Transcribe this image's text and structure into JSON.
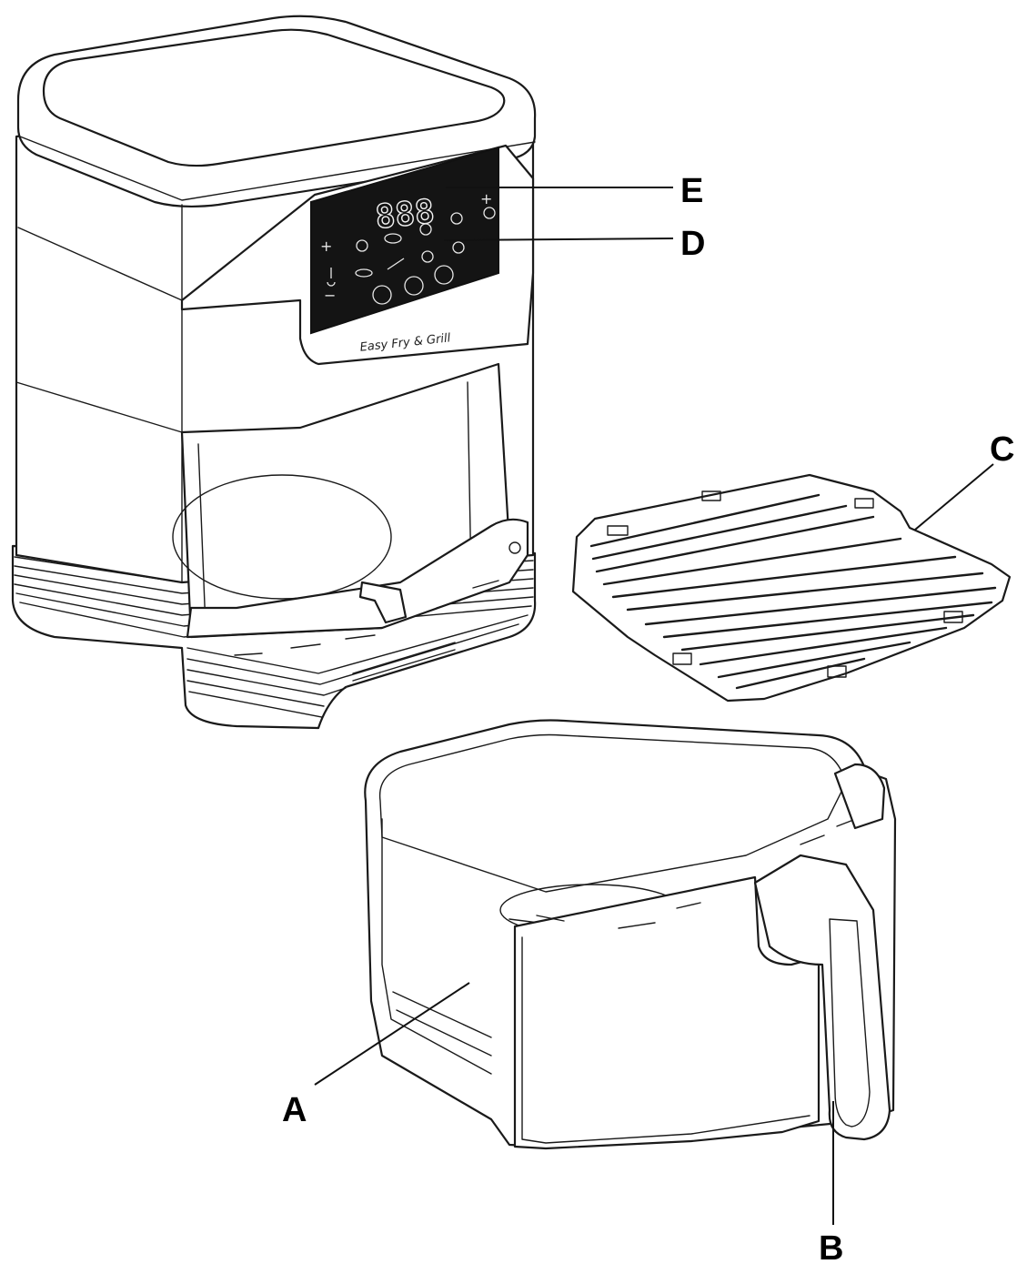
{
  "product": {
    "display_digits": "888",
    "brand_text": "Easy Fry & Grill",
    "panel_plus": "+",
    "panel_minus": "−"
  },
  "callouts": [
    {
      "id": "A",
      "label": "A"
    },
    {
      "id": "B",
      "label": "B"
    },
    {
      "id": "C",
      "label": "C"
    },
    {
      "id": "D",
      "label": "D"
    },
    {
      "id": "E",
      "label": "E"
    }
  ],
  "colors": {
    "line": "#1a1a1a",
    "panel": "#141414",
    "background": "#ffffff"
  }
}
